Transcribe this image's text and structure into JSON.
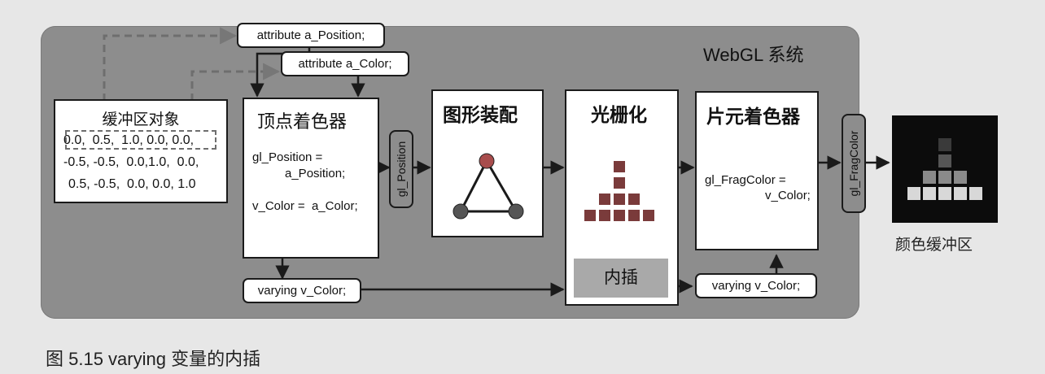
{
  "system": {
    "title": "WebGL 系统"
  },
  "attributes": {
    "position": "attribute a_Position;",
    "color": "attribute a_Color;"
  },
  "buffer": {
    "title": "缓冲区对象",
    "rows": [
      "0.0,  0.5,  1.0, 0.0, 0.0,",
      "-0.5, -0.5,  0.0,1.0,  0.0,",
      "0.5, -0.5,  0.0, 0.0, 1.0"
    ]
  },
  "vertex_shader": {
    "title": "顶点着色器",
    "code1": "gl_Position =",
    "code2": "a_Position;",
    "code3": "v_Color =  a_Color;"
  },
  "gl_position_label": "gl_Position",
  "primitive_assembly": {
    "title": "图形装配"
  },
  "rasterization": {
    "title": "光栅化",
    "interpolation": "内插"
  },
  "fragment_shader": {
    "title": "片元着色器",
    "code1": "gl_FragColor =",
    "code2": "v_Color;"
  },
  "gl_fragcolor_label": "gl_FragColor",
  "varyings": {
    "left": "varying v_Color;",
    "right": "varying v_Color;"
  },
  "color_buffer": {
    "label": "颜色缓冲区"
  },
  "caption": "图 5.15  varying 变量的内插",
  "colors": {
    "system_bg": "#8d8d8d",
    "page_bg": "#e7e7e7",
    "interp_bg": "#a9a9a9",
    "fb_bg": "#0c0c0c"
  }
}
